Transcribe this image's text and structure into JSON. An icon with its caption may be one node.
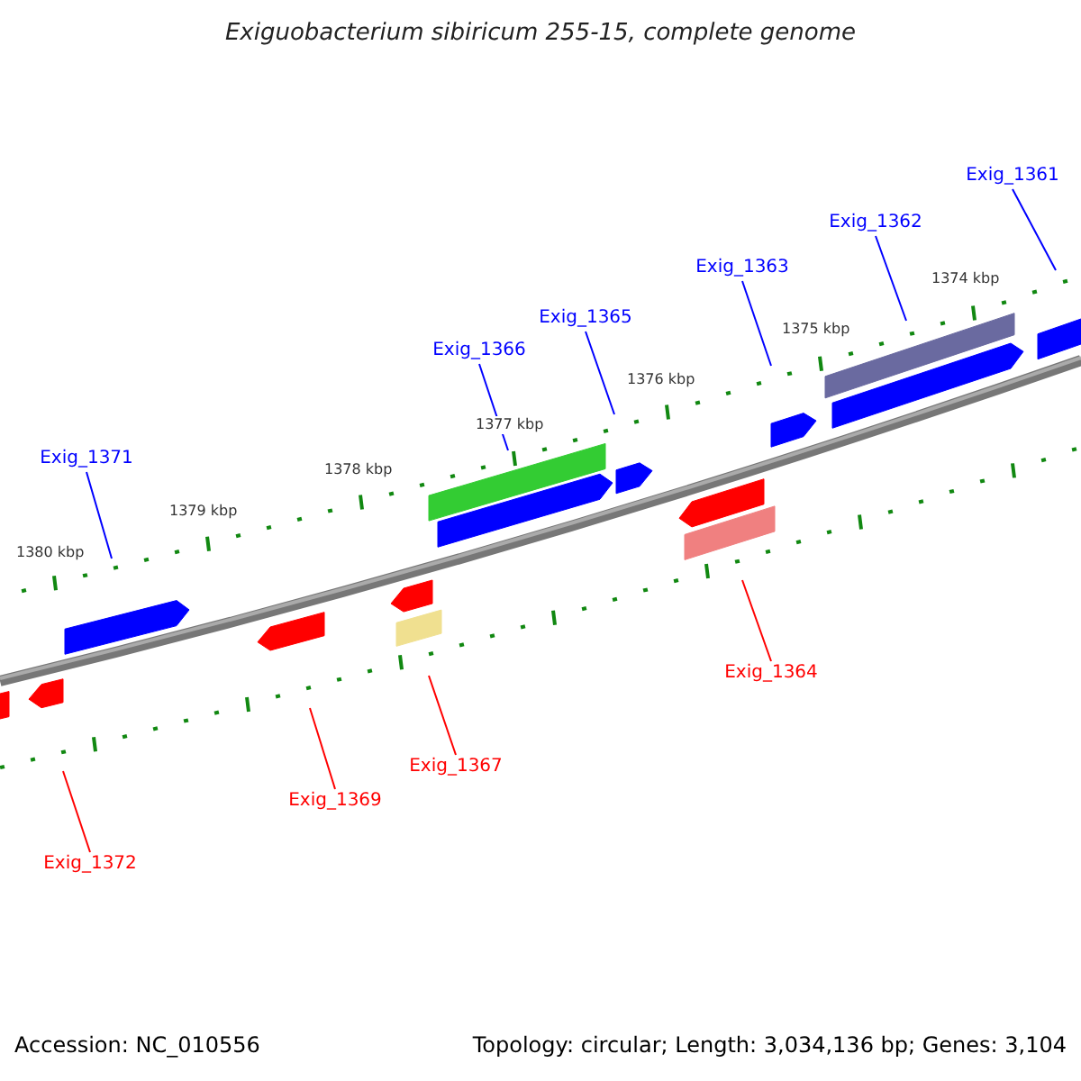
{
  "diagram": {
    "title": "Exiguobacterium sibiricum 255-15, complete genome",
    "nodes": [
      {
        "text": [
          "Exig_1361"
        ]
      },
      {
        "text": [
          "Exig_1362"
        ]
      },
      {
        "text": [
          "Exig_1363"
        ]
      },
      {
        "text": [
          "Exig_1365"
        ]
      },
      {
        "text": [
          "Exig_1366"
        ]
      },
      {
        "text": [
          "Exig_1371"
        ]
      },
      {
        "text": [
          "Exig_1364"
        ]
      },
      {
        "text": [
          "Exig_1367"
        ]
      },
      {
        "text": [
          "Exig_1369"
        ]
      },
      {
        "text": [
          "Exig_1372"
        ]
      }
    ],
    "edges": [
      {
        "from": 0,
        "to": null,
        "arrow": "none"
      },
      {
        "from": 1,
        "to": null,
        "arrow": "none"
      },
      {
        "from": 2,
        "to": null,
        "arrow": "none"
      },
      {
        "from": 3,
        "to": null,
        "arrow": "none"
      },
      {
        "from": 4,
        "to": null,
        "arrow": "none"
      },
      {
        "from": 5,
        "to": null,
        "arrow": "none"
      },
      {
        "from": 6,
        "to": null,
        "arrow": "none",
        "color": "#ff0000"
      },
      {
        "from": 7,
        "to": null,
        "arrow": "none",
        "color": "#ff0000"
      },
      {
        "from": 8,
        "to": null,
        "arrow": "none",
        "color": "#ff0000"
      },
      {
        "from": 9,
        "to": null,
        "arrow": "none",
        "color": "#ff0000"
      }
    ],
    "labels": [
      "1374 kbp",
      "1375 kbp",
      "1376 kbp",
      "1377 kbp",
      "1378 kbp",
      "1379 kbp",
      "1380 kbp",
      "Accession: NC_010556",
      "Topology: circular; Length: 3,034,136 bp; Genes: 3,104"
    ]
  }
}
